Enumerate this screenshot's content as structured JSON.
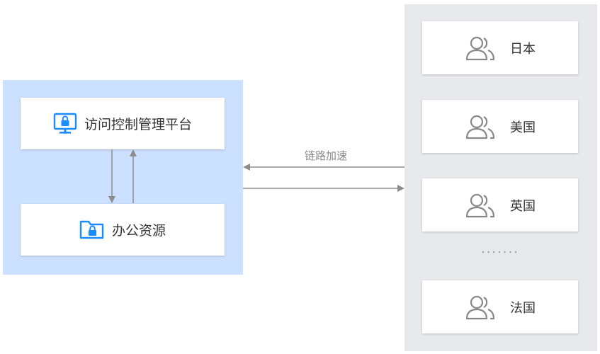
{
  "platform": {
    "label": "访问控制管理平台"
  },
  "office": {
    "label": "办公资源"
  },
  "link": {
    "label": "链路加速"
  },
  "regions": [
    {
      "label": "日本"
    },
    {
      "label": "美国"
    },
    {
      "label": "英国"
    },
    {
      "label": "法国"
    }
  ],
  "ellipsis": "·······",
  "colors": {
    "left_panel": "#cce0ff",
    "right_panel": "#e8e9ec",
    "icon_blue": "#1a8cff",
    "icon_gray": "#888888",
    "arrow": "#8c8c8c"
  }
}
